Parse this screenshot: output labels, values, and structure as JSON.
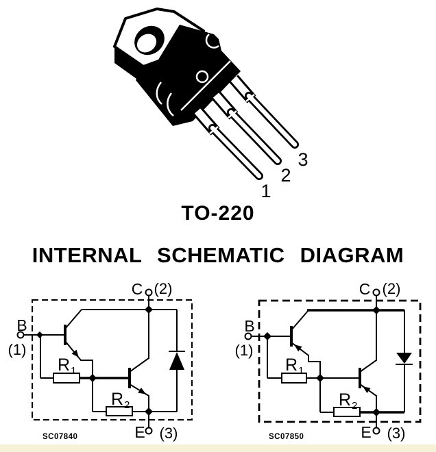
{
  "package": {
    "label": "TO-220",
    "pins": [
      {
        "number": "1"
      },
      {
        "number": "2"
      },
      {
        "number": "3"
      }
    ]
  },
  "heading": {
    "title": "INTERNAL SCHEMATIC DIAGRAM"
  },
  "schematics": [
    {
      "code": "SC07840",
      "polarity": "NPN",
      "terminals": {
        "base": {
          "label": "B",
          "pin": "(1)"
        },
        "collector": {
          "label": "C",
          "pin": "(2)"
        },
        "emitter": {
          "label": "E",
          "pin": "(3)"
        }
      },
      "resistors": [
        {
          "base": "R",
          "sub": "1"
        },
        {
          "base": "R",
          "sub": "2"
        }
      ]
    },
    {
      "code": "SC07850",
      "polarity": "PNP",
      "terminals": {
        "base": {
          "label": "B",
          "pin": "(1)"
        },
        "collector": {
          "label": "C",
          "pin": "(2)"
        },
        "emitter": {
          "label": "E",
          "pin": "(3)"
        }
      },
      "resistors": [
        {
          "base": "R",
          "sub": "1"
        },
        {
          "base": "R",
          "sub": "2"
        }
      ]
    }
  ],
  "colors": {
    "ink": "#000000",
    "paper": "#ffffff",
    "footer_strip": "#f5f2d8"
  }
}
